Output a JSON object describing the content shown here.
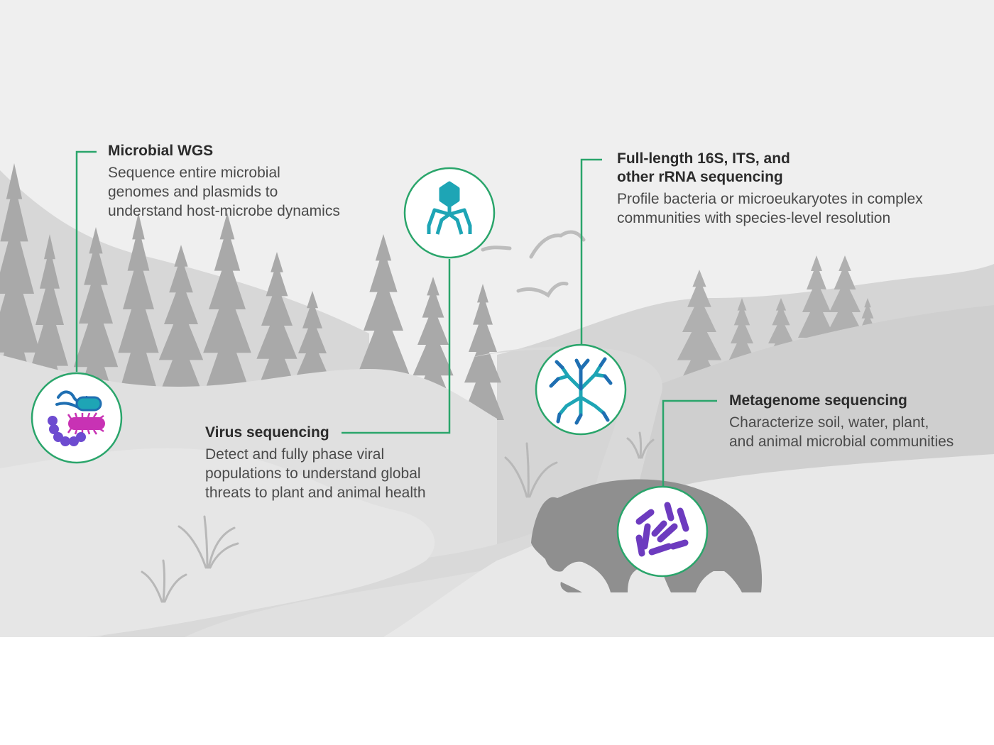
{
  "callouts": {
    "microbial_wgs": {
      "title": "Microbial WGS",
      "desc_lines": [
        "Sequence entire microbial",
        "genomes and plasmids to",
        "understand host-microbe dynamics"
      ]
    },
    "rrna": {
      "title_lines": [
        "Full-length 16S, ITS, and",
        "other rRNA sequencing"
      ],
      "desc_lines": [
        "Profile bacteria or microeukaryotes in complex",
        "communities with species-level resolution"
      ]
    },
    "virus": {
      "title": "Virus sequencing",
      "desc_lines": [
        "Detect and fully phase viral",
        "populations to understand global",
        "threats to plant and animal health"
      ]
    },
    "metagenome": {
      "title": "Metagenome sequencing",
      "desc_lines": [
        "Characterize soil, water, plant,",
        "and animal microbial communities"
      ]
    }
  },
  "icons": [
    "bacteria-icon",
    "bacteriophage-icon",
    "fungal-mycelium-icon",
    "rod-bacteria-icon"
  ],
  "colors": {
    "connector_green": "#2aa56b",
    "teal": "#1ea5b5",
    "blue": "#1f6fb2",
    "purple": "#6d3bbf",
    "magenta": "#c832b4",
    "landscape_light": "#e3e3e3",
    "landscape_mid": "#c8c8c8",
    "trees": "#a9a9a9",
    "bear": "#8c8c8c"
  }
}
